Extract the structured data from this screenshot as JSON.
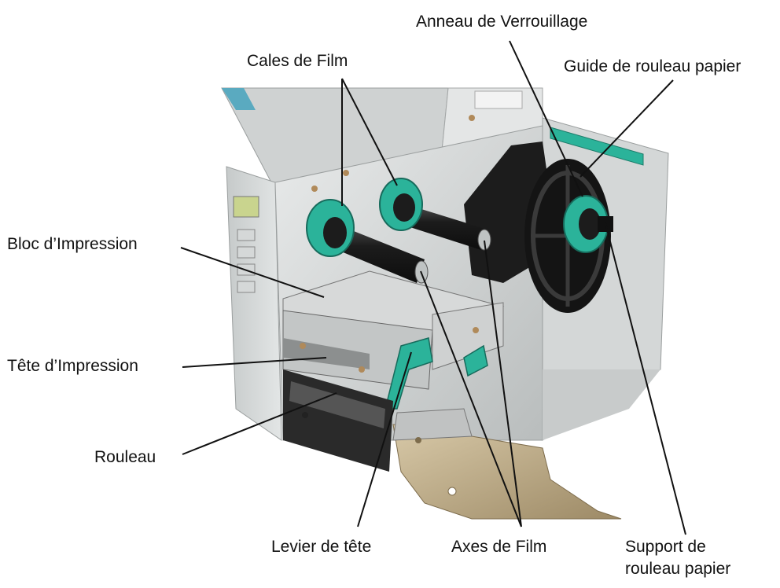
{
  "labels": {
    "anneau": "Anneau de Verrouillage",
    "cales": "Cales de Film",
    "guide": "Guide de rouleau papier",
    "bloc": "Bloc d’Impression",
    "tete": "Tête d’Impression",
    "rouleau": "Rouleau",
    "levier": "Levier de tête",
    "axes": "Axes de Film",
    "support_line1": "Support de",
    "support_line2": "rouleau papier"
  },
  "colors": {
    "body_metal": "#d9dcdc",
    "dark_metal": "#2a2a2a",
    "teal_parts": "#2bb39a",
    "brass": "#b9a27c",
    "label_line": "#111111"
  }
}
